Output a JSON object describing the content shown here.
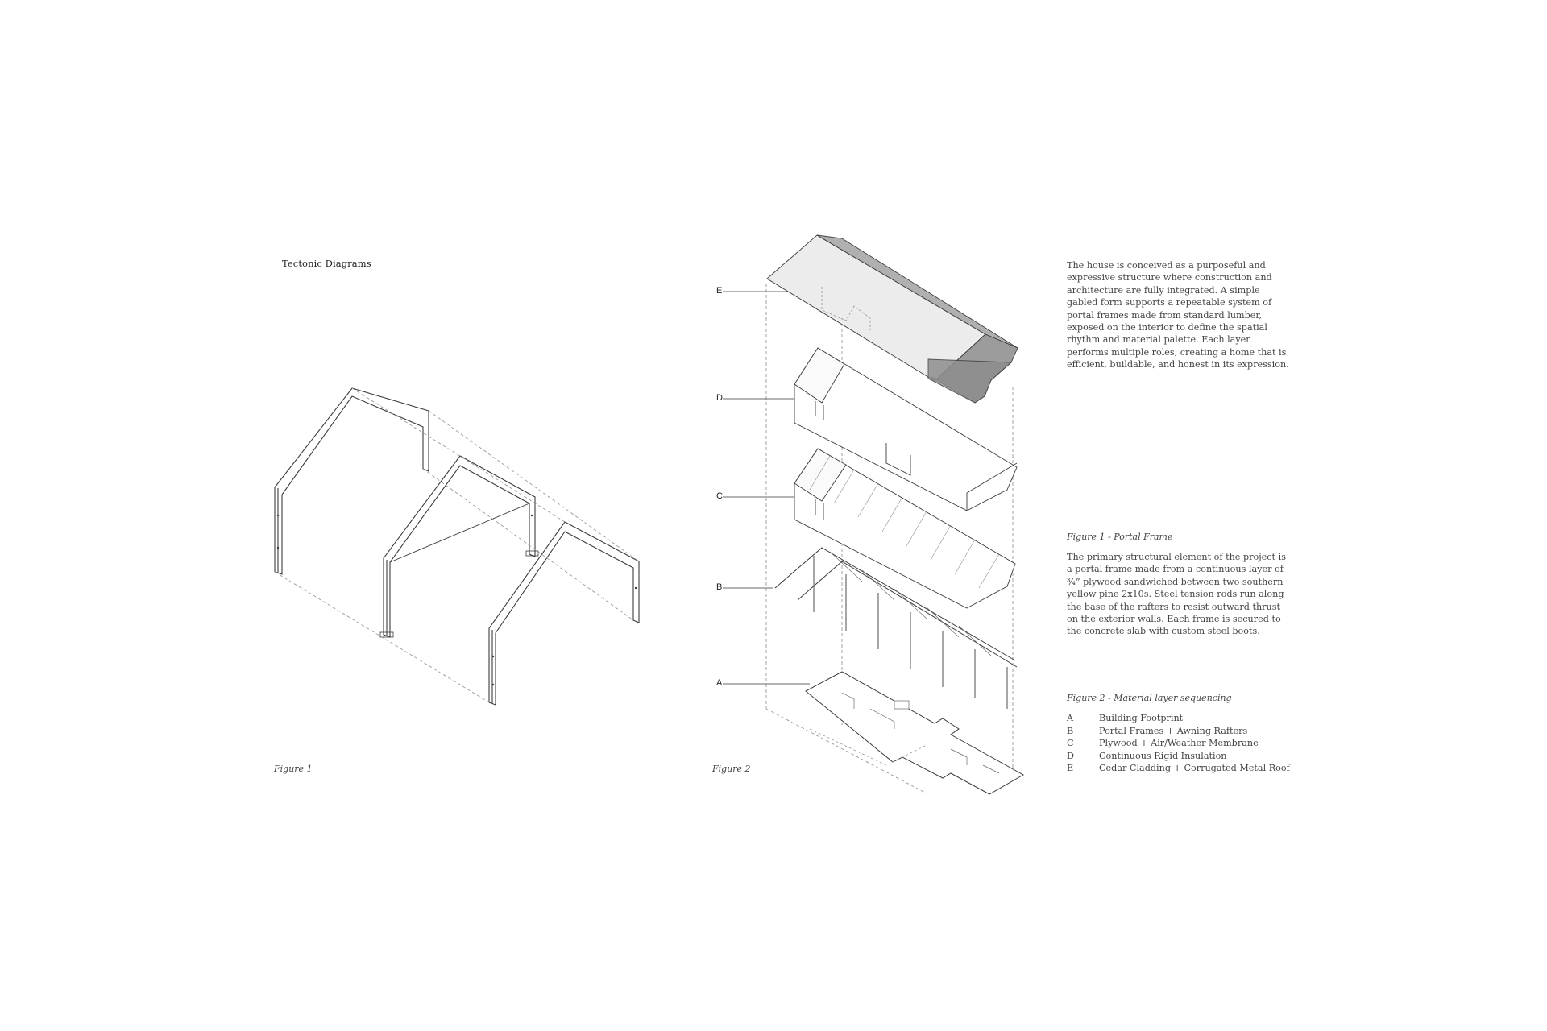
{
  "page": {
    "title": "Tectonic Diagrams"
  },
  "figure1": {
    "caption": "Figure 1"
  },
  "figure2": {
    "caption": "Figure 2",
    "layer_labels": [
      "E",
      "D",
      "C",
      "B",
      "A"
    ]
  },
  "intro": {
    "text": "The house is conceived as a purposeful and expressive structure where construction and architecture are fully integrated. A simple gabled form supports a repeatable system of portal frames made from standard lumber, exposed on the interior to define the spatial rhythm and material palette. Each layer performs multiple roles, creating a home that is efficient, buildable, and honest in its expression."
  },
  "portal_frame": {
    "heading": "Figure 1 - Portal Frame",
    "text": "The primary structural element of the project is a portal frame made from a continuous layer of ¾” plywood sandwiched between two southern yellow pine 2x10s. Steel tension rods run along the base of the rafters to resist outward thrust on the exterior walls. Each frame is secured to the concrete slab with custom steel boots."
  },
  "material_layers": {
    "heading": "Figure 2 - Material layer sequencing",
    "items": [
      {
        "key": "A",
        "label": "Building Footprint"
      },
      {
        "key": "B",
        "label": "Portal Frames + Awning Rafters"
      },
      {
        "key": "C",
        "label": "Plywood + Air/Weather Membrane"
      },
      {
        "key": "D",
        "label": "Continuous Rigid Insulation"
      },
      {
        "key": "E",
        "label": "Cedar Cladding + Corrugated Metal Roof"
      }
    ]
  },
  "colors": {
    "line": "#3c3c3c",
    "dash": "#9a9a9a",
    "roof_dark": "#9c9c9c",
    "roof_light": "#ececec"
  }
}
